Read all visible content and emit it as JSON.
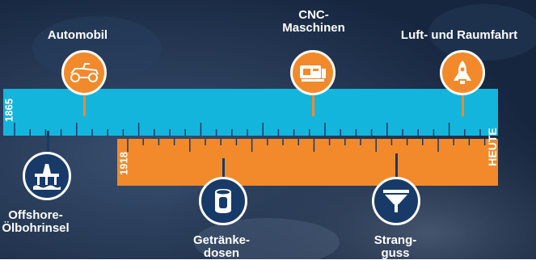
{
  "colors": {
    "background": "#1b2f4d",
    "cyan_band": "#14b5dc",
    "orange_band": "#f28a2c",
    "navy_badge": "#183a68",
    "white": "#ffffff"
  },
  "timeline": {
    "top_band": {
      "start_label": "1865",
      "end_label": "HEUTE"
    },
    "bottom_band": {
      "start_label": "1918"
    }
  },
  "milestones_top": [
    {
      "label": "Automobil",
      "icon": "car-icon"
    },
    {
      "label": "CNC-\nMaschinen",
      "icon": "cnc-machine-icon"
    },
    {
      "label": "Luft- und Raumfahrt",
      "icon": "space-shuttle-icon"
    }
  ],
  "milestones_bottom": [
    {
      "label": "Offshore-\nÖlbohrinsel",
      "icon": "oil-rig-icon"
    },
    {
      "label": "Getränke-\ndosen",
      "icon": "beverage-can-icon"
    },
    {
      "label": "Strang-\nguss",
      "icon": "continuous-casting-icon"
    }
  ]
}
